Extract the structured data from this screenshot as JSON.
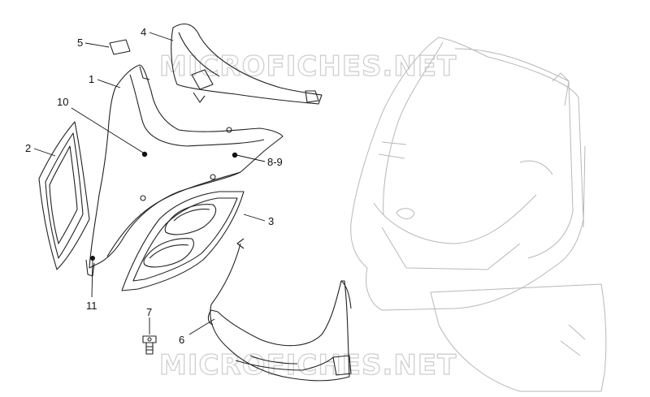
{
  "watermarks": [
    "MICROFICHES.NET",
    "MICROFICHES.NET"
  ],
  "callouts": [
    {
      "id": "c1",
      "label": "1"
    },
    {
      "id": "c2",
      "label": "2"
    },
    {
      "id": "c3",
      "label": "3"
    },
    {
      "id": "c4",
      "label": "4"
    },
    {
      "id": "c5",
      "label": "5"
    },
    {
      "id": "c6",
      "label": "6"
    },
    {
      "id": "c7",
      "label": "7"
    },
    {
      "id": "c8-9",
      "label": "8-9"
    },
    {
      "id": "c10",
      "label": "10"
    },
    {
      "id": "c11",
      "label": "11"
    }
  ],
  "colors": {
    "line": "#222222",
    "ghost": "#b8b8b8",
    "watermark": "#cfcfcf"
  }
}
